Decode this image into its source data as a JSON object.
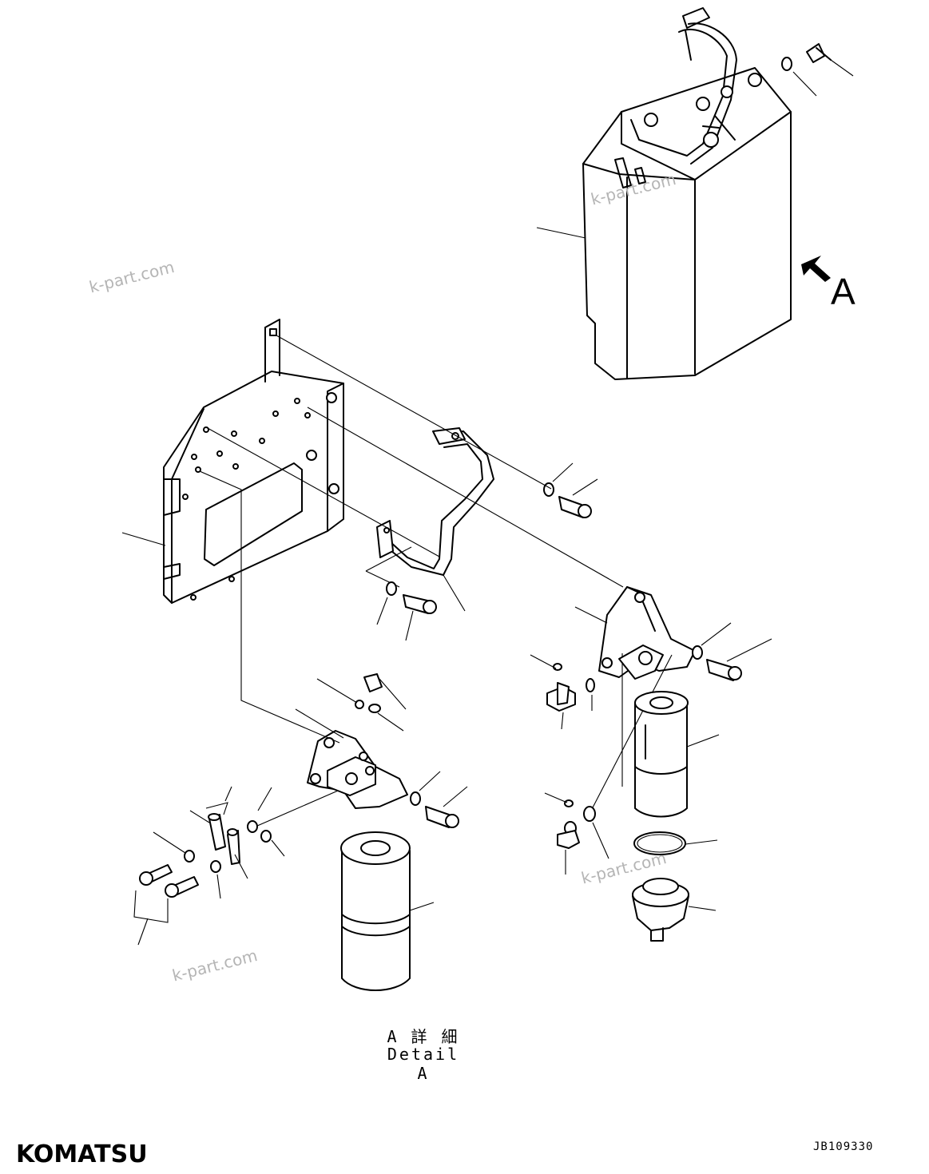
{
  "watermarks": [
    "k-part.com",
    "k-part.com",
    "k-part.com",
    "k-part.com"
  ],
  "view_label": "A",
  "detail_title_jp": "A 詳 細",
  "detail_title_en": "Detail A",
  "drawing_ref": "JB109330",
  "brand": "KOMATSU"
}
